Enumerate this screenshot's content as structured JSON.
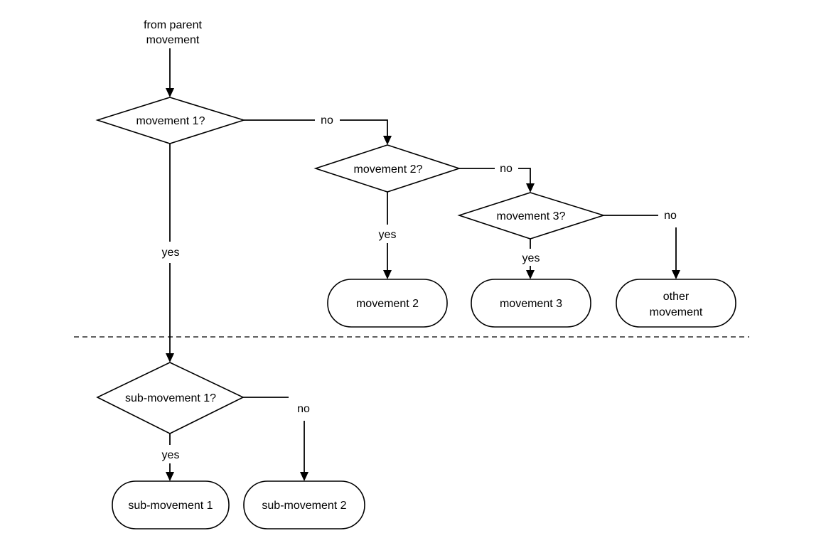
{
  "diagram": {
    "start_label": [
      "from parent",
      "movement"
    ],
    "decisions": {
      "d1": "movement 1?",
      "d2": "movement 2?",
      "d3": "movement 3?",
      "d4": "sub-movement 1?"
    },
    "outcomes": {
      "o2": "movement 2",
      "o3": "movement 3",
      "o_other": [
        "other",
        "movement"
      ],
      "s1": "sub-movement 1",
      "s2": "sub-movement 2"
    },
    "edge_labels": {
      "d1_no": "no",
      "d1_yes": "yes",
      "d2_no": "no",
      "d2_yes": "yes",
      "d3_no": "no",
      "d3_yes": "yes",
      "d4_no": "no",
      "d4_yes": "yes"
    }
  }
}
